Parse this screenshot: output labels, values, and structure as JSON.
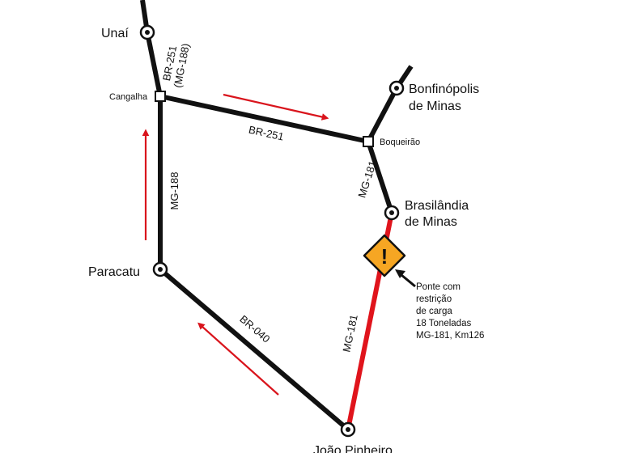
{
  "colors": {
    "road": "#111111",
    "restricted_road": "#e0141c",
    "arrow": "#d9141c",
    "warning_fill": "#f6a623",
    "background": "#ffffff"
  },
  "cities": {
    "unai": "Unaí",
    "bonfinopolis_1": "Bonfinópolis",
    "bonfinopolis_2": "de Minas",
    "brasilandia_1": "Brasilândia",
    "brasilandia_2": "de Minas",
    "paracatu": "Paracatu",
    "joao_pinheiro": "João Pinheiro"
  },
  "junctions": {
    "cangalha": "Cangalha",
    "boqueirao": "Boqueirão"
  },
  "roads": {
    "br251_top": "BR-251",
    "mg188_paren": "(MG-188)",
    "br251_mid": "BR-251",
    "mg188_left": "MG-188",
    "mg181_upper": "MG-181",
    "mg181_lower": "MG-181",
    "br040": "BR-040"
  },
  "warning": {
    "icon": "warning-diamond-icon",
    "symbol": "!",
    "lines": [
      "Ponte com",
      "restrição",
      "de carga",
      "18 Toneladas",
      "MG-181, Km126"
    ]
  }
}
